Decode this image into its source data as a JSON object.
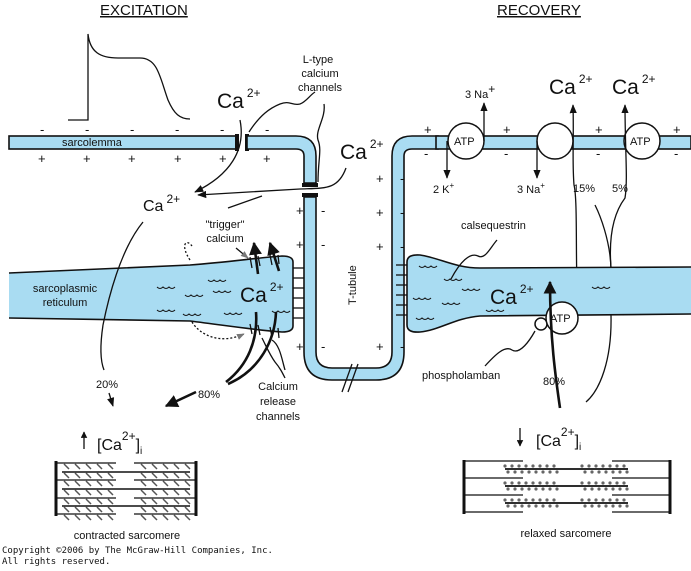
{
  "titles": {
    "excitation": "EXCITATION",
    "recovery": "RECOVERY"
  },
  "colors": {
    "membrane_fill": "#a9dcf2",
    "stroke": "#111111",
    "background": "#ffffff"
  },
  "ion": {
    "ca": "Ca",
    "ca_charge": "2+",
    "na_3": "3 Na",
    "k_2": "2 K",
    "plus": "+",
    "atp": "ATP"
  },
  "labels": {
    "sarcolemma": "sarcolemma",
    "l_type_1": "L-type",
    "l_type_2": "calcium",
    "l_type_3": "channels",
    "trigger_1": "\"trigger\"",
    "trigger_2": "calcium",
    "sr_1": "sarcoplasmic",
    "sr_2": "reticulum",
    "t_tubule": "T-tubule",
    "release_1": "Calcium",
    "release_2": "release",
    "release_3": "channels",
    "calsequestrin": "calsequestrin",
    "phospholamban": "phospholamban",
    "contracted": "contracted sarcomere",
    "relaxed": "relaxed sarcomere",
    "ca_i_open": "[Ca",
    "ca_i_close": "]",
    "ca_i_sub": "i"
  },
  "percentages": {
    "sr_to_cytosol_20": "20%",
    "release_80": "80%",
    "serca_80": "80%",
    "ncx_15": "15%",
    "pmca_5": "5%"
  },
  "signs": {
    "minus": "-",
    "plus": "+"
  },
  "copyright": {
    "line1": "Copyright ©2006 by The McGraw-Hill Companies, Inc.",
    "line2": "All rights reserved."
  }
}
